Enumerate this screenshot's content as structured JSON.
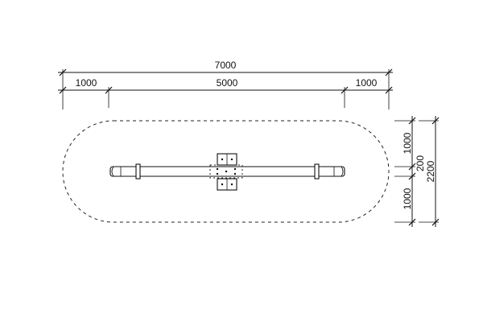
{
  "dimensions": {
    "overall_length": "7000",
    "left_clearance": "1000",
    "center_length": "5000",
    "right_clearance": "1000",
    "top_clearance": "1000",
    "beam_width": "200",
    "bottom_clearance": "1000",
    "overall_width": "2200"
  }
}
